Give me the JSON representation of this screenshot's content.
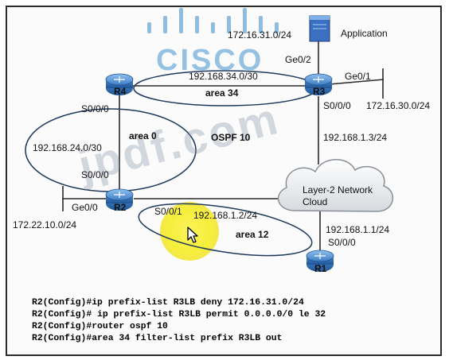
{
  "devices": {
    "r1": "R1",
    "r2": "R2",
    "r3": "R3",
    "r4": "R4",
    "application": "Application",
    "cloud_line1": "Layer-2 Network",
    "cloud_line2": "Cloud"
  },
  "networks": {
    "app_net": "172.16.31.0/24",
    "r4_r3_net": "192.168.34.0/30",
    "r4_r2_net": "192.168.24.0/30",
    "r3_ge01_net": "172.16.30.0/24",
    "r3_cloud_ip": "192.168.1.3/24",
    "r2_s001_ip": "192.168.1.2/24",
    "r1_ip": "192.168.1.1/24",
    "r2_ge00_net": "172.22.10.0/24"
  },
  "interfaces": {
    "r3_ge02": "Ge0/2",
    "r3_ge01": "Ge0/1",
    "r3_s000": "S0/0/0",
    "r4_s000": "S0/0/0",
    "r2_s000": "S0/0/0",
    "r2_ge00": "Ge0/0",
    "r2_s001": "S0/0/1",
    "r1_s000": "S0/0/0"
  },
  "areas": {
    "area34": "area 34",
    "area0": "area 0",
    "area12": "area 12",
    "ospf": "OSPF 10"
  },
  "config_lines": [
    "R2(Config)#ip prefix-list R3LB deny 172.16.31.0/24",
    "R2(Config)# ip prefix-list R3LB permit 0.0.0.0/0 le 32",
    "R2(Config)#router ospf 10",
    "R2(Config)#area 34 filter-list prefix R3LB out"
  ],
  "watermarks": {
    "brand": "CISCO",
    "site": "jpdf.com"
  },
  "colors": {
    "router_blue": "#2f6fb3",
    "server_blue": "#3a6fc2",
    "highlight_yellow": "#f6ee3a",
    "watermark_blue": "#6aa9d8"
  }
}
